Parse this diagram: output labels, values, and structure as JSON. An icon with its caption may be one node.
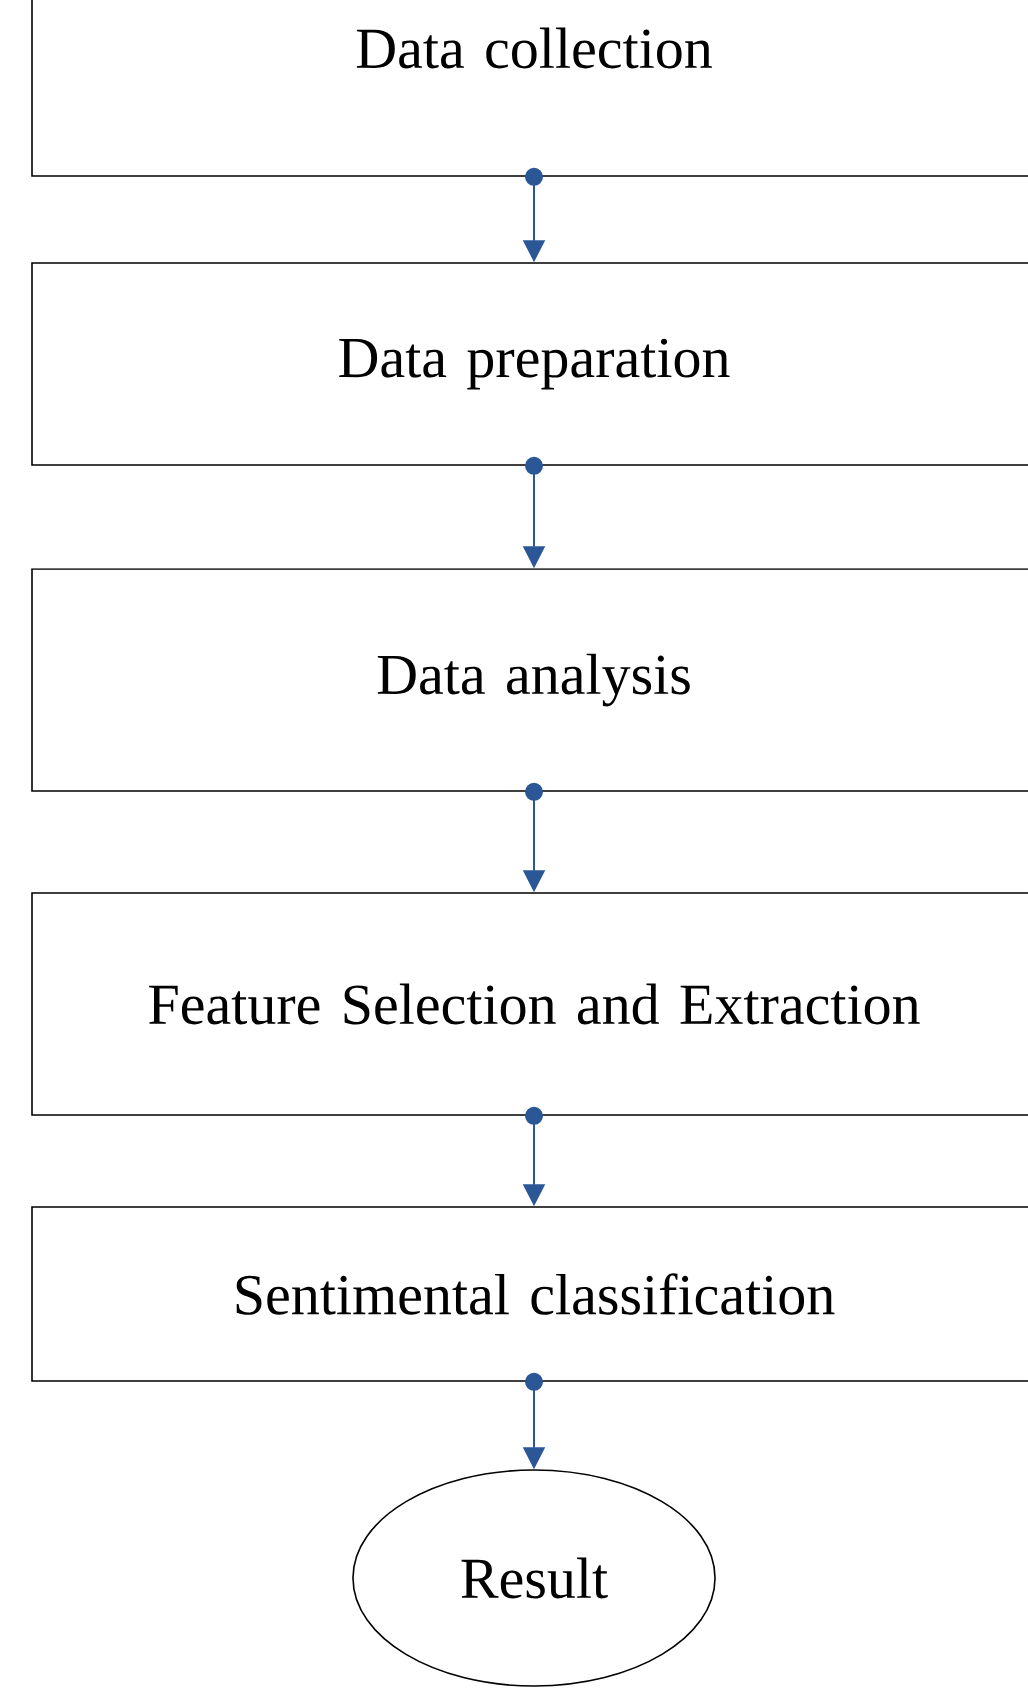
{
  "diagram": {
    "nodes": [
      {
        "text": [
          "Data collection"
        ]
      },
      {
        "text": [
          "Data preparation"
        ]
      },
      {
        "text": [
          "Data analysis"
        ]
      },
      {
        "text": [
          "Feature Selection and Extraction"
        ]
      },
      {
        "text": [
          "Sentimental classification"
        ]
      },
      {
        "text": [
          "Result"
        ]
      }
    ],
    "edges": [
      {
        "from": 0,
        "to": 1,
        "arrow": "to"
      },
      {
        "from": 1,
        "to": 2,
        "arrow": "to"
      },
      {
        "from": 2,
        "to": 3,
        "arrow": "to"
      },
      {
        "from": 3,
        "to": 4,
        "arrow": "to"
      },
      {
        "from": 4,
        "to": 5,
        "arrow": "to"
      }
    ]
  }
}
